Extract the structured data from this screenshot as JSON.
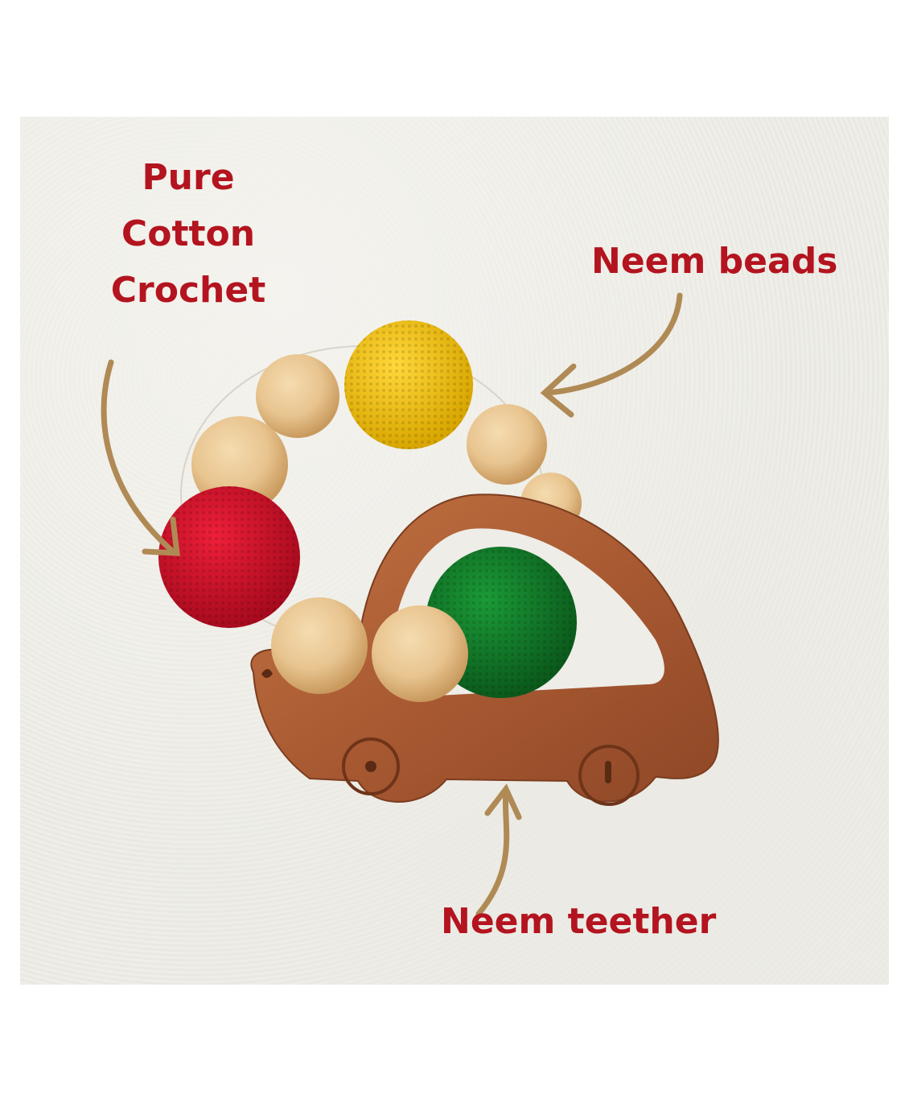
{
  "annotations": {
    "crochet_lines": [
      "Pure",
      "Cotton",
      "Crochet"
    ],
    "neem_beads": "Neem beads",
    "neem_teether": "Neem teether"
  },
  "colors": {
    "label_text": "#b3141f",
    "arrow": "#b08a55",
    "background_fabric": "#eeede7",
    "neem_wood_bead": "#e8c48f",
    "teether_wood": "#b2653a",
    "crochet_yellow": "#f2c21a",
    "crochet_red": "#d8112b",
    "crochet_green": "#137a2a"
  },
  "icons": [
    "arrow-to-crochet-icon",
    "arrow-to-beads-icon",
    "arrow-to-teether-icon"
  ]
}
